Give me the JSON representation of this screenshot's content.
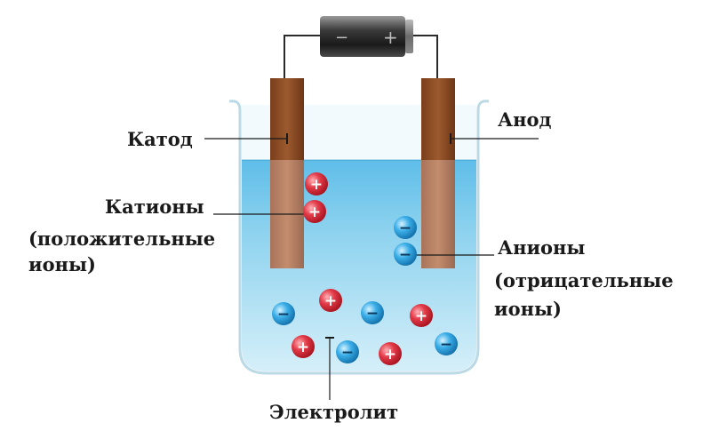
{
  "battery": {
    "negative_sign": "−",
    "positive_sign": "+"
  },
  "labels": {
    "cathode": "Катод",
    "anode": "Анод",
    "cations_line1": "Катионы",
    "cations_line2": "(положительные",
    "cations_line3": "ионы)",
    "anions_line1": "Анионы",
    "anions_line2": "(отрицательные",
    "anions_line3": "ионы)",
    "electrolyte": "Электролит"
  },
  "ion_signs": {
    "cation": "+",
    "anion": "−"
  },
  "colors": {
    "electrolyte": "#8fd3ef",
    "cation": "#d9283a",
    "anion": "#2a9fe0",
    "electrode": "#8b4a22"
  }
}
